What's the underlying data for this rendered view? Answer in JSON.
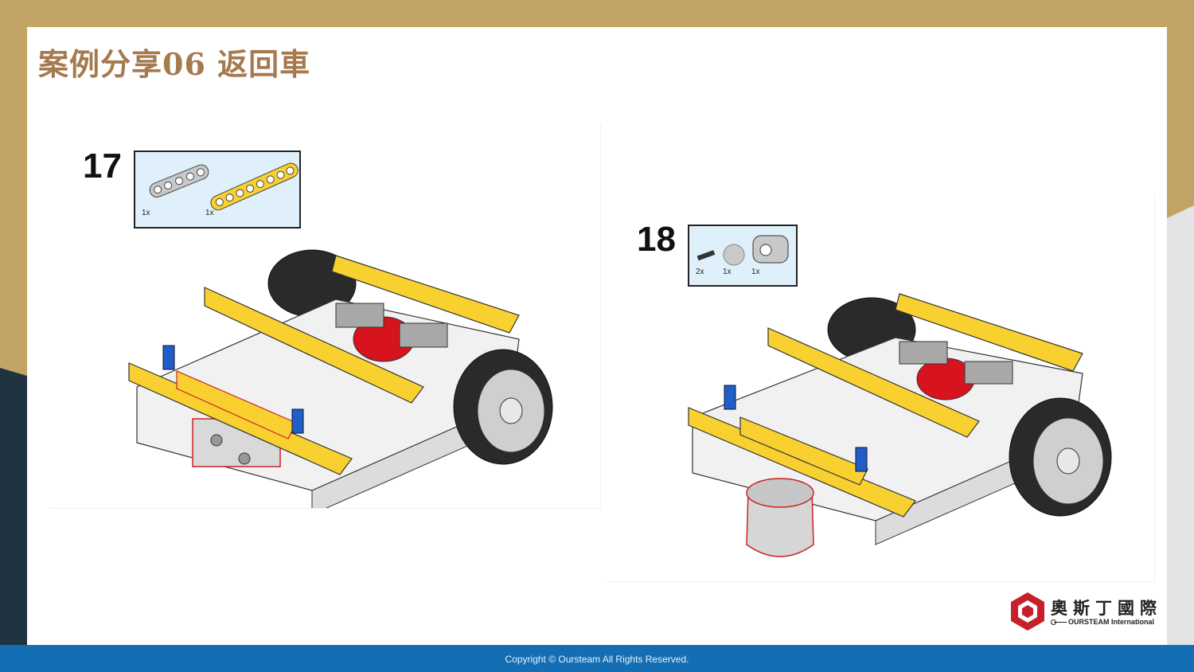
{
  "slide": {
    "title": "案例分享06 返回車"
  },
  "steps": [
    {
      "number": "17",
      "parts": [
        {
          "qty": "1x"
        },
        {
          "qty": "1x"
        }
      ]
    },
    {
      "number": "18",
      "parts": [
        {
          "qty": "2x"
        },
        {
          "qty": "1x"
        },
        {
          "qty": "1x"
        }
      ]
    }
  ],
  "logo": {
    "name_cn": "奧斯丁國際",
    "name_en": "OURSTEAM International"
  },
  "footer": {
    "copyright": "Copyright © Oursteam All Rights Reserved."
  },
  "colors": {
    "gold": "#c2a466",
    "title": "#a57a4e",
    "navy": "#1f3340",
    "footer_blue": "#146eb4",
    "brick_yellow": "#f8d130",
    "brick_red": "#d7141e",
    "logo_red": "#c8202a"
  }
}
